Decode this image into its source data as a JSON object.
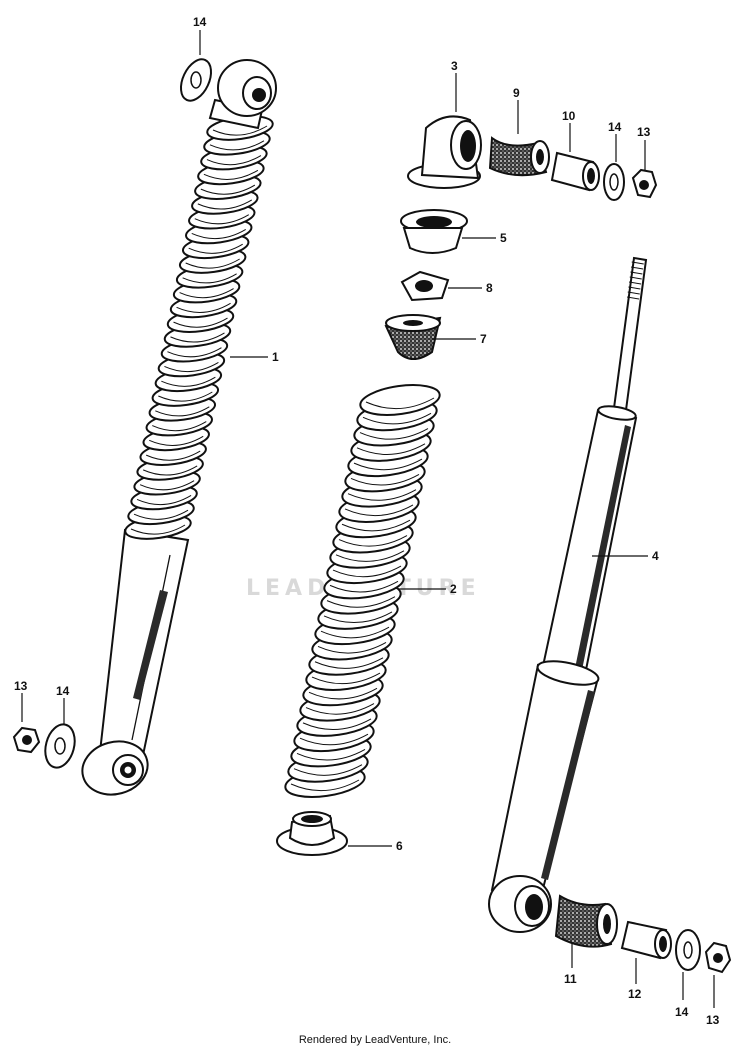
{
  "watermark": "LEADVENTURE",
  "footer": "Rendered by LeadVenture, Inc.",
  "callouts": {
    "c1": "1",
    "c2": "2",
    "c3": "3",
    "c4": "4",
    "c5": "5",
    "c6": "6",
    "c7": "7",
    "c8": "8",
    "c9": "9",
    "c10": "10",
    "c11": "11",
    "c12": "12",
    "c13a": "13",
    "c13b": "13",
    "c13c": "13",
    "c14a": "14",
    "c14b": "14",
    "c14c": "14",
    "c14d": "14"
  }
}
